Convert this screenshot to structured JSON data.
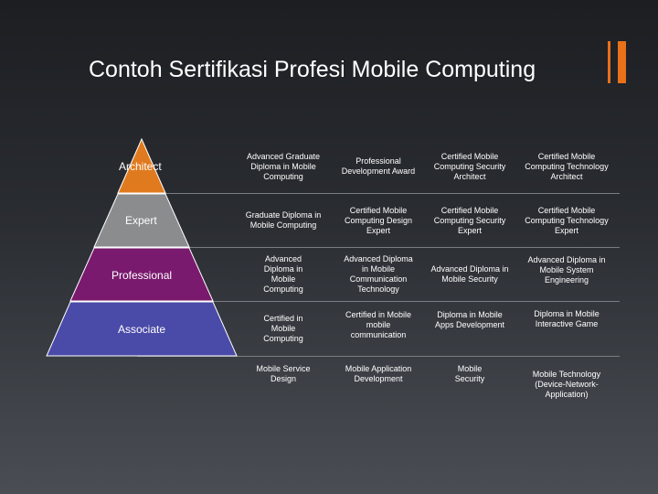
{
  "slide": {
    "title": "Contoh Sertifikasi Profesi Mobile Computing",
    "accent_color": "#e8711a"
  },
  "pyramid": {
    "tiers": [
      {
        "label": "Architect",
        "color": "#e07a1f"
      },
      {
        "label": "Expert",
        "color": "#8a8c8e"
      },
      {
        "label": "Professional",
        "color": "#7a1a6e"
      },
      {
        "label": "Associate",
        "color": "#4a4aa8"
      }
    ]
  },
  "grid": {
    "rows": [
      [
        "Advanced Graduate Diploma in Mobile Computing",
        "Professional Development Award",
        "Certified Mobile Computing Security Architect",
        "Certified Mobile Computing Technology Architect"
      ],
      [
        "Graduate Diploma in Mobile Computing",
        "Certified Mobile Computing Design Expert",
        "Certified Mobile Computing Security Expert",
        "Certified Mobile Computing Technology Expert"
      ],
      [
        "Advanced Diploma in Mobile Computing",
        "Advanced Diploma in Mobile Communication Technology",
        "Advanced Diploma in Mobile Security",
        "Advanced Diploma in Mobile System Engineering"
      ],
      [
        "Certified in Mobile Computing",
        "Certified in Mobile mobile communication",
        "Diploma in Mobile Apps Development",
        "Diploma in Mobile Interactive Game"
      ],
      [
        "Mobile Service Design",
        "Mobile Application Development",
        "Mobile Security",
        "Mobile Technology (Device-Network-Application)"
      ]
    ]
  }
}
